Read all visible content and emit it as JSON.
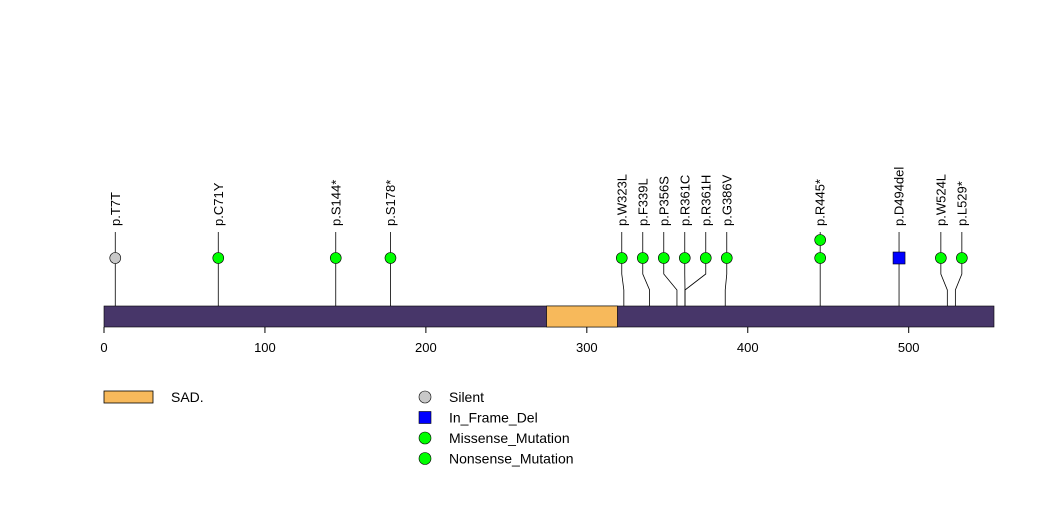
{
  "chart_data": {
    "type": "lollipop",
    "x_axis": {
      "range": [
        0,
        553
      ],
      "ticks": [
        0,
        100,
        200,
        300,
        400,
        500
      ],
      "tick_labels": [
        "0",
        "100",
        "200",
        "300",
        "400",
        "500"
      ]
    },
    "protein": {
      "length": 553,
      "color": "#473669"
    },
    "domains": [
      {
        "name": "SAD.",
        "start": 275,
        "end": 319,
        "color": "#F7B95B"
      }
    ],
    "mutations": [
      {
        "label": "p.T7T",
        "position": 7,
        "count": 1,
        "type": "Silent"
      },
      {
        "label": "p.C71Y",
        "position": 71,
        "count": 1,
        "type": "Missense_Mutation"
      },
      {
        "label": "p.S144*",
        "position": 144,
        "count": 1,
        "type": "Nonsense_Mutation"
      },
      {
        "label": "p.S178*",
        "position": 178,
        "count": 1,
        "type": "Nonsense_Mutation"
      },
      {
        "label": "p.W323L",
        "position": 323,
        "count": 1,
        "type": "Missense_Mutation"
      },
      {
        "label": "p.F339L",
        "position": 339,
        "count": 1,
        "type": "Missense_Mutation"
      },
      {
        "label": "p.P356S",
        "position": 356,
        "count": 1,
        "type": "Missense_Mutation"
      },
      {
        "label": "p.R361C",
        "position": 361,
        "count": 1,
        "type": "Missense_Mutation"
      },
      {
        "label": "p.R361H",
        "position": 361,
        "count": 1,
        "type": "Missense_Mutation"
      },
      {
        "label": "p.G386V",
        "position": 386,
        "count": 1,
        "type": "Missense_Mutation"
      },
      {
        "label": "p.R445*",
        "position": 445,
        "count": 2,
        "type": "Nonsense_Mutation"
      },
      {
        "label": "p.D494del",
        "position": 494,
        "count": 1,
        "type": "In_Frame_Del"
      },
      {
        "label": "p.W524L",
        "position": 524,
        "count": 1,
        "type": "Missense_Mutation"
      },
      {
        "label": "p.L529*",
        "position": 529,
        "count": 1,
        "type": "Nonsense_Mutation"
      }
    ],
    "legend": {
      "domains": [
        {
          "name": "SAD.",
          "color": "#F7B95B"
        }
      ],
      "mutation_types": [
        {
          "name": "Silent",
          "color": "#C8C8C8",
          "shape": "circle"
        },
        {
          "name": "In_Frame_Del",
          "color": "#0000FF",
          "shape": "square"
        },
        {
          "name": "Missense_Mutation",
          "color": "#00FF00",
          "shape": "circle"
        },
        {
          "name": "Nonsense_Mutation",
          "color": "#00FF00",
          "shape": "circle"
        }
      ]
    }
  }
}
